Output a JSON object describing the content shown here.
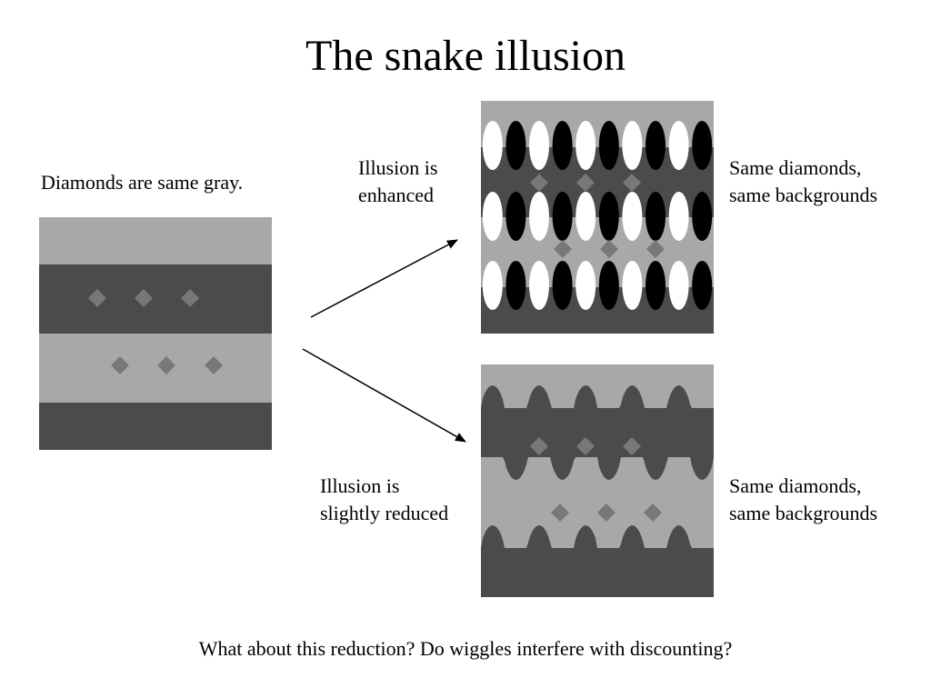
{
  "title": "The snake illusion",
  "labels": {
    "left": "Diamonds are same gray.",
    "enhanced": [
      "Illusion is",
      "enhanced"
    ],
    "same_top": [
      "Same diamonds,",
      "same backgrounds"
    ],
    "reduced": [
      "Illusion is",
      "slightly reduced"
    ],
    "same_bottom": [
      "Same diamonds,",
      "same backgrounds"
    ]
  },
  "question": "What about this reduction?  Do wiggles interfere with discounting?",
  "colors": {
    "light_gray": "#a8a8a8",
    "dark_gray": "#4b4b4b",
    "diamond": "#787878",
    "white": "#ffffff",
    "black": "#000000"
  }
}
